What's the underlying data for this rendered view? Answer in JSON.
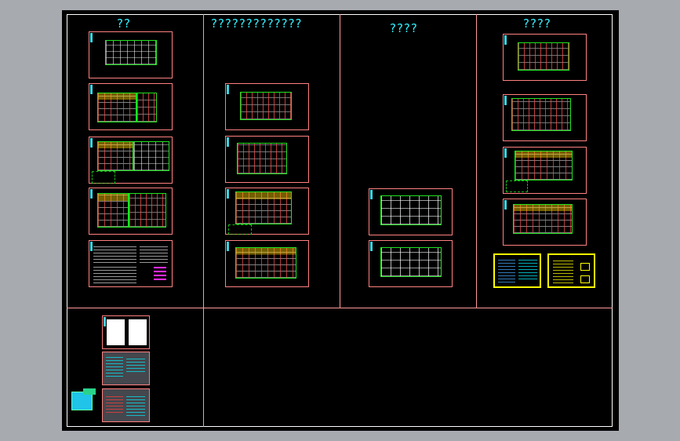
{
  "window": {
    "background": "#a7abb0",
    "canvas_background": "#000000"
  },
  "columns": [
    {
      "id": "col-1",
      "title": "??"
    },
    {
      "id": "col-2",
      "title": "?????????????"
    },
    {
      "id": "col-3",
      "title": "????"
    },
    {
      "id": "col-4",
      "title": "????"
    }
  ],
  "colors": {
    "title": "#2ff0ff",
    "sheet_border": "#ff8080",
    "plan_outline": "#1fe21f",
    "highlight_sheet": "#ffff00",
    "frame": "#ffffff"
  }
}
